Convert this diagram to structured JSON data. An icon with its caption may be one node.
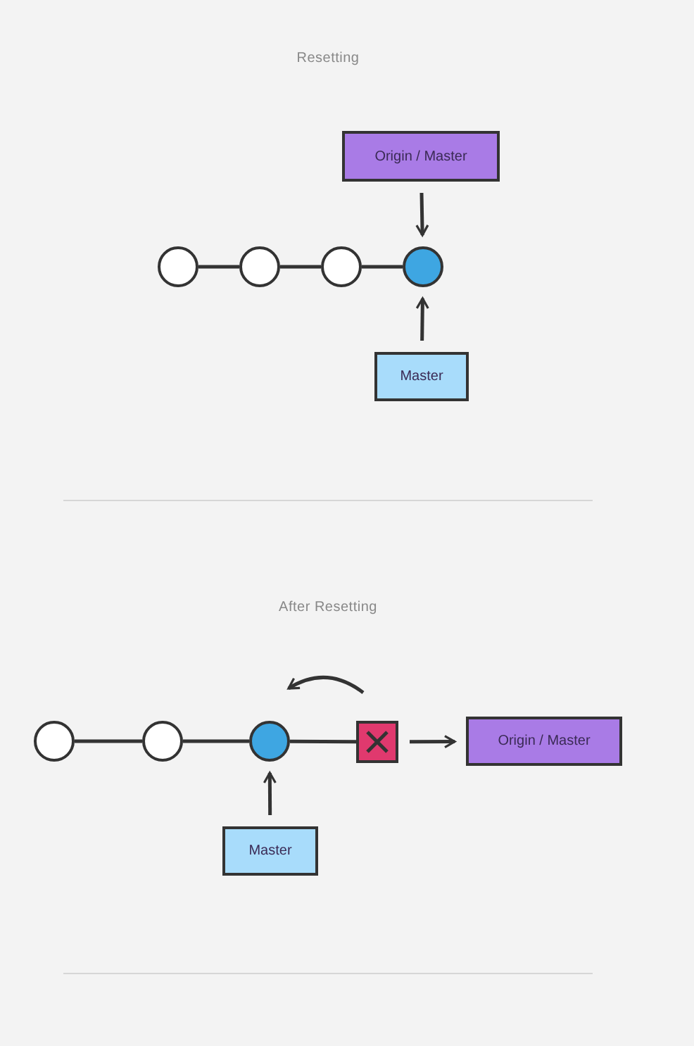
{
  "diagram": {
    "nodes": [
      {
        "text": [
          "Origin / Master"
        ]
      },
      {
        "text": [],
        "shape": "circle"
      },
      {
        "text": [],
        "shape": "circle"
      },
      {
        "text": [],
        "shape": "circle"
      },
      {
        "text": [],
        "shape": "circle"
      },
      {
        "text": [
          "Master"
        ]
      },
      {
        "text": [],
        "shape": "circle"
      },
      {
        "text": [],
        "shape": "circle"
      },
      {
        "text": [],
        "shape": "circle"
      },
      {
        "text": [],
        "shape": "box"
      },
      {
        "text": [
          "Origin / Master"
        ]
      },
      {
        "text": [
          "Master"
        ]
      }
    ],
    "edges": [
      {
        "from": 0,
        "to": 4,
        "arrow": "to"
      },
      {
        "from": 1,
        "to": 2,
        "arrow": "none"
      },
      {
        "from": 2,
        "to": 3,
        "arrow": "none"
      },
      {
        "from": 3,
        "to": 4,
        "arrow": "none"
      },
      {
        "from": 5,
        "to": 4,
        "arrow": "to"
      },
      {
        "from": 6,
        "to": 7,
        "arrow": "none"
      },
      {
        "from": 7,
        "to": 8,
        "arrow": "none"
      },
      {
        "from": 8,
        "to": 9,
        "arrow": "none"
      },
      {
        "from": 9,
        "to": 10,
        "arrow": "to"
      },
      {
        "from": 11,
        "to": 8,
        "arrow": "to"
      }
    ],
    "labels": [
      "Resetting",
      "After Resetting"
    ]
  }
}
